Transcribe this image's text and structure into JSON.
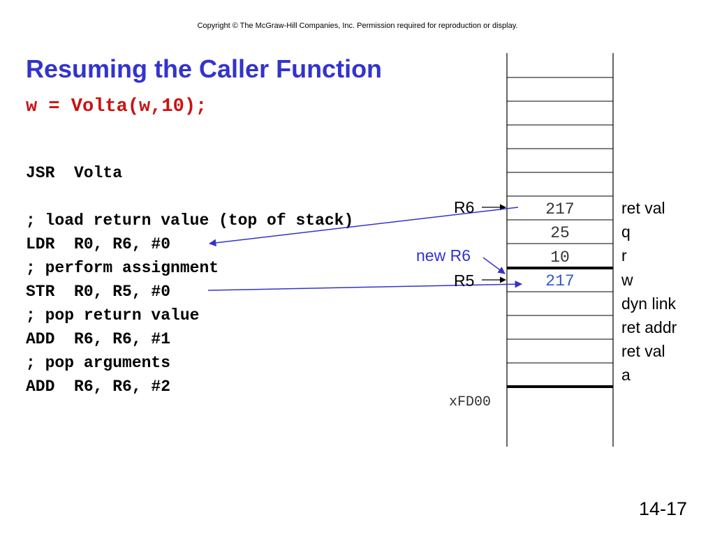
{
  "header": {
    "copyright": "Copyright © The McGraw-Hill Companies, Inc.  Permission required for reproduction or display."
  },
  "slide": {
    "title": "Resuming the Caller Function",
    "subtitle": "w = Volta(w,10);",
    "page_number": "14-17"
  },
  "code": [
    "JSR  Volta",
    "",
    "; load return value (top of stack)",
    "LDR  R0, R6, #0",
    "; perform assignment",
    "STR  R0, R5, #0",
    "; pop return value",
    "ADD  R6, R6, #1",
    "; pop arguments",
    "ADD  R6, R6, #2"
  ],
  "stack": {
    "cells": [
      {
        "value": "217",
        "highlight": false
      },
      {
        "value": "25",
        "highlight": false
      },
      {
        "value": "10",
        "highlight": false
      },
      {
        "value": "217",
        "highlight": true
      }
    ],
    "labels": [
      "ret val",
      "q",
      "r",
      "w",
      "dyn link",
      "ret addr",
      "ret val",
      "a"
    ],
    "pointers": {
      "r6": "R6",
      "new_r6": "new R6",
      "r5": "R5"
    },
    "base_address": "xFD00"
  },
  "colors": {
    "title": "#3333cc",
    "subtitle": "#cc1111",
    "arrow": "#3333cc",
    "highlight_value": "#3355cc"
  }
}
